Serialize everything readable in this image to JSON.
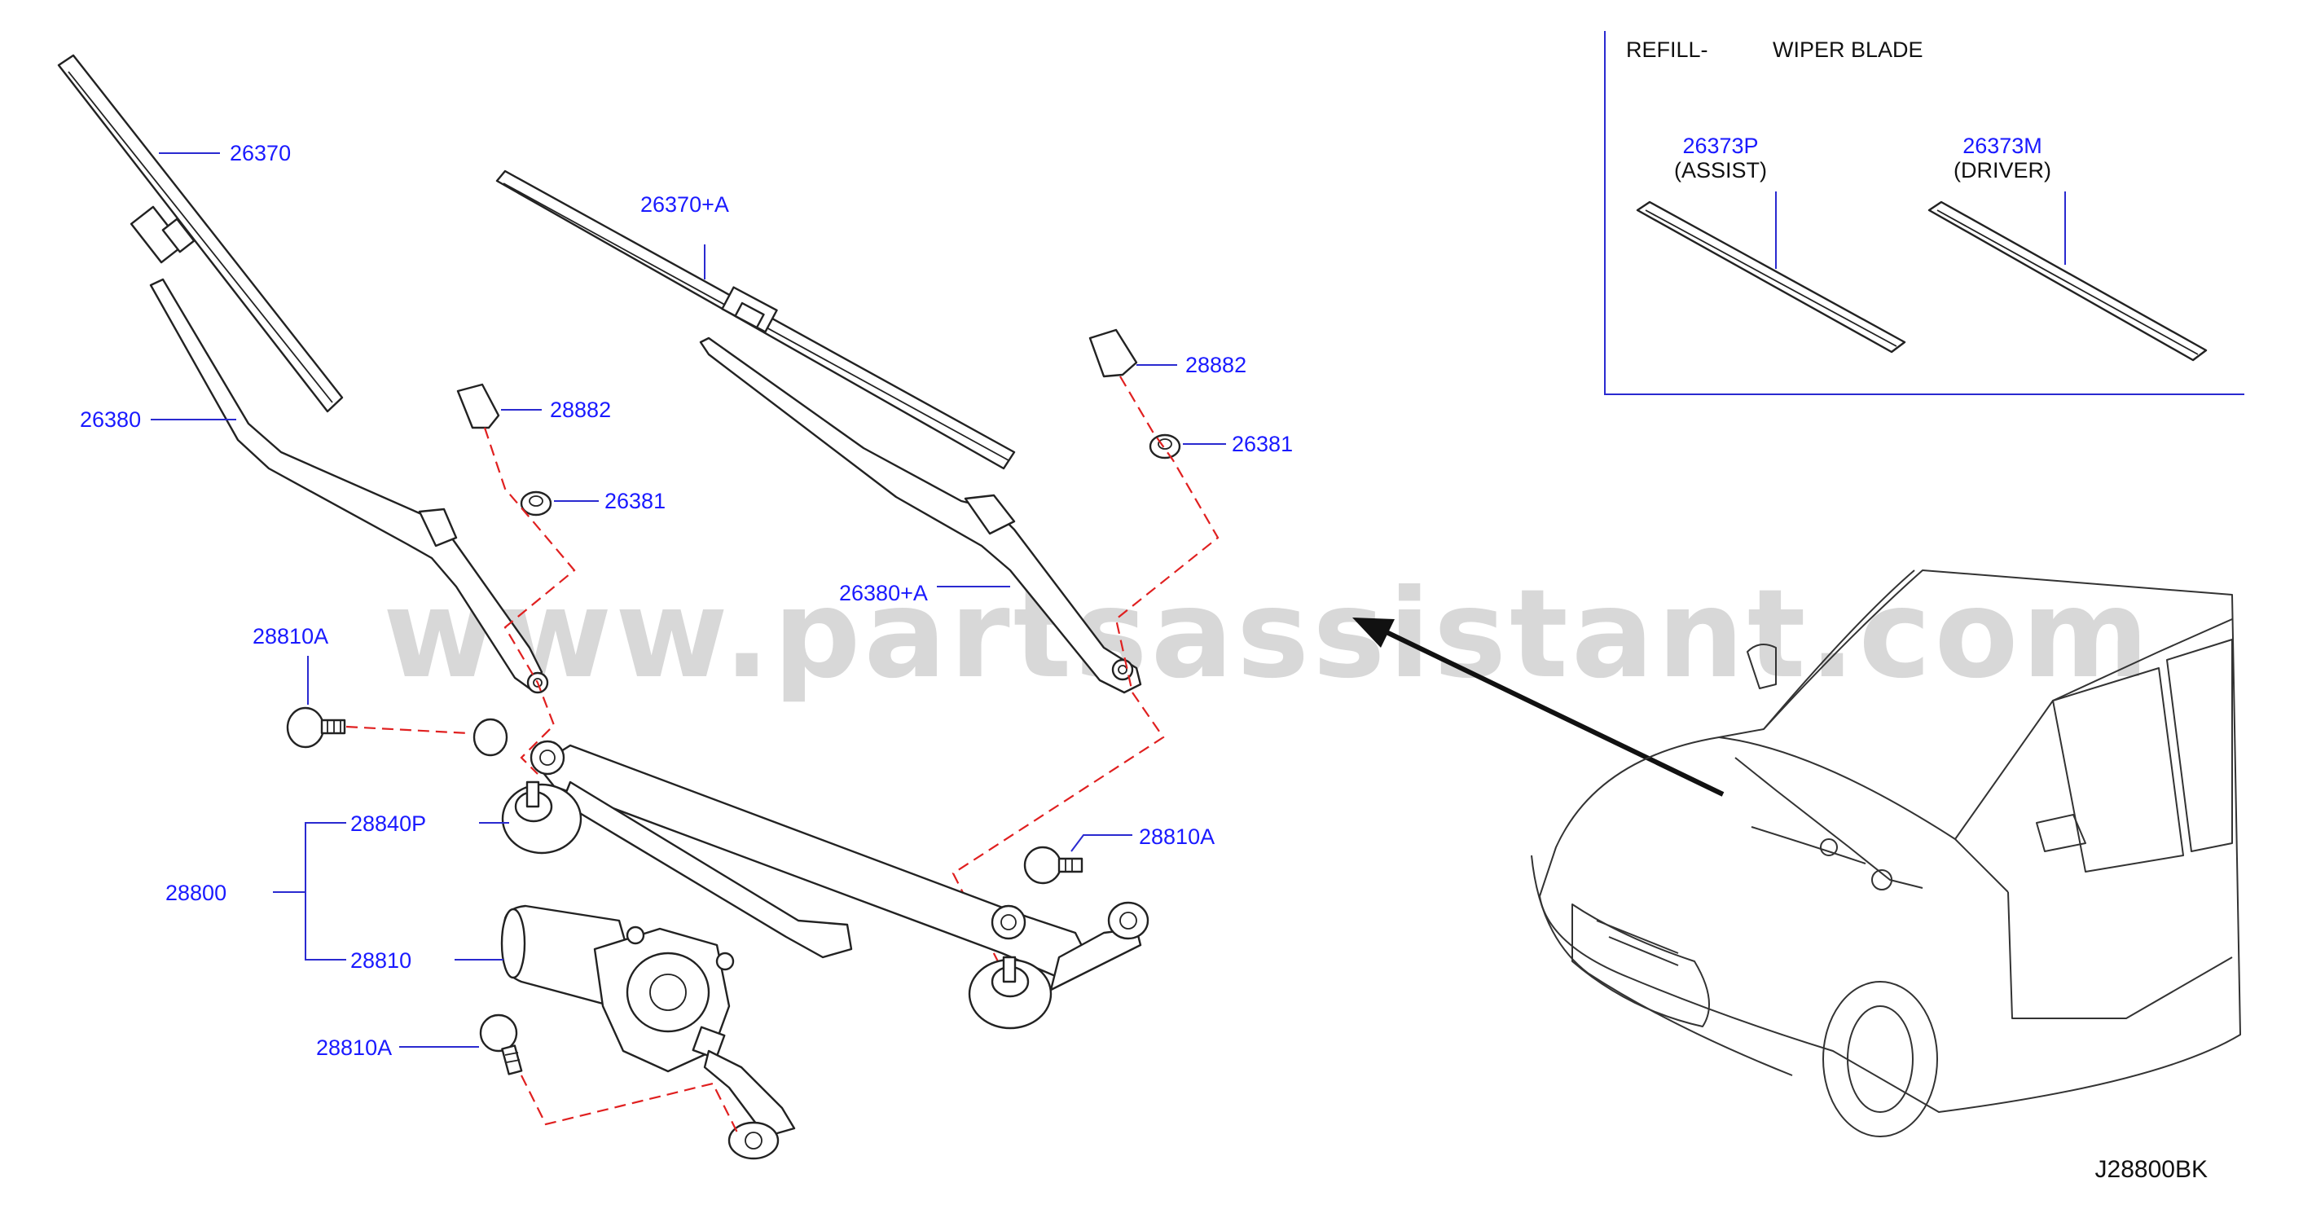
{
  "diagram_code": "J28800BK",
  "watermark": "www.partsassistant.com",
  "refill_box": {
    "title_left": "REFILL-",
    "title_right": "WIPER   BLADE",
    "assist": {
      "part_no": "26373P",
      "note": "(ASSIST)"
    },
    "driver": {
      "part_no": "26373M",
      "note": "(DRIVER)"
    }
  },
  "labels": {
    "blade_left": "26370",
    "blade_right": "26370+A",
    "arm_left": "26380",
    "arm_right": "26380+A",
    "cap_left": "28882",
    "cap_right": "28882",
    "nut_left": "26381",
    "nut_right": "26381",
    "bolt_top_left": "28810A",
    "bolt_mid_right": "28810A",
    "bolt_bottom_left": "28810A",
    "linkage": "28840P",
    "assembly": "28800",
    "motor": "28810"
  },
  "colors": {
    "label_blue": "#1a1aff",
    "dash_red": "#e02020",
    "line_dark": "#222222",
    "watermark_gray": "#d8d8d8"
  }
}
